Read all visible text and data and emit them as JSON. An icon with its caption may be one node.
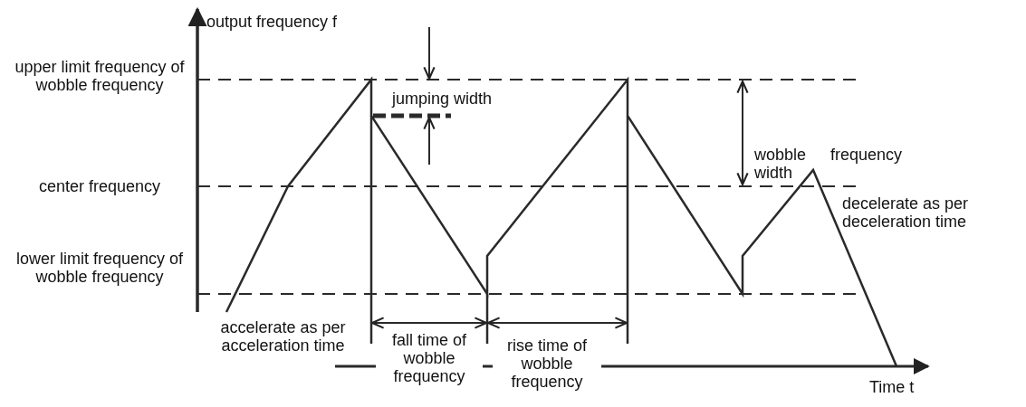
{
  "diagram": {
    "labels": [
      "output frequency f",
      "upper limit frequency of wobble frequency",
      "jumping width",
      "wobble frequency width",
      "center frequency",
      "decelerate as per deceleration time",
      "lower limit frequency of wobble frequency",
      "accelerate as per acceleration time",
      "fall time of wobble frequency",
      "rise time of wobble frequency",
      "Time t"
    ]
  }
}
